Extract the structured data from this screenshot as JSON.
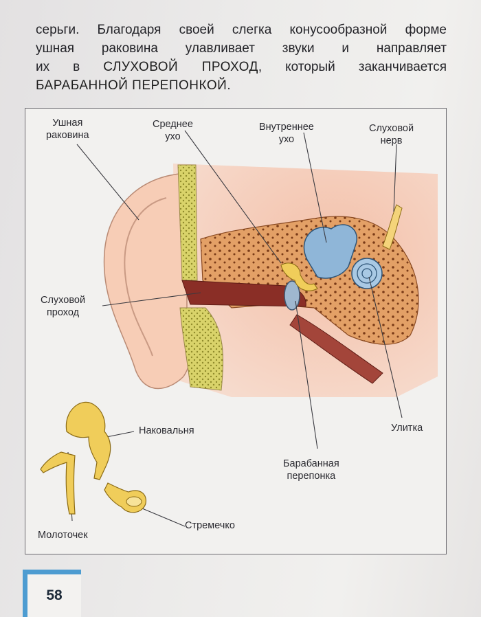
{
  "paragraph": {
    "line1": "серьги. Благодаря своей слегка конусообразной форме",
    "line2": "ушная раковина улавливает звуки и направляет",
    "line3_start": "их в ",
    "line3_term": "СЛУХОВОЙ ПРОХОД",
    "line3_end": ", который заканчивается",
    "line4_term": "БАРАБАННОЙ ПЕРЕПОНКОЙ",
    "line4_end": "."
  },
  "figure": {
    "labels": {
      "outer_ear": [
        "Ушная",
        "раковина"
      ],
      "middle_ear": [
        "Среднее",
        "ухо"
      ],
      "inner_ear": [
        "Внутреннее",
        "ухо"
      ],
      "auditory_nerve": [
        "Слуховой",
        "нерв"
      ],
      "ear_canal": [
        "Слуховой",
        "проход"
      ],
      "cochlea": "Улитка",
      "eardrum": [
        "Барабанная",
        "перепонка"
      ],
      "incus": "Наковальня",
      "malleus": "Молоточек",
      "stapes": "Стремечко"
    }
  },
  "page_number": "58",
  "colors": {
    "page_bg": "#ecebea",
    "skin": "#f2c3ad",
    "bone": "#d99a5c",
    "canal": "#8a2e26",
    "inner_ear_blue": "#8fb6d8",
    "ossicle_yellow": "#f0cd5a",
    "page_tab": "#4d9cd1"
  }
}
